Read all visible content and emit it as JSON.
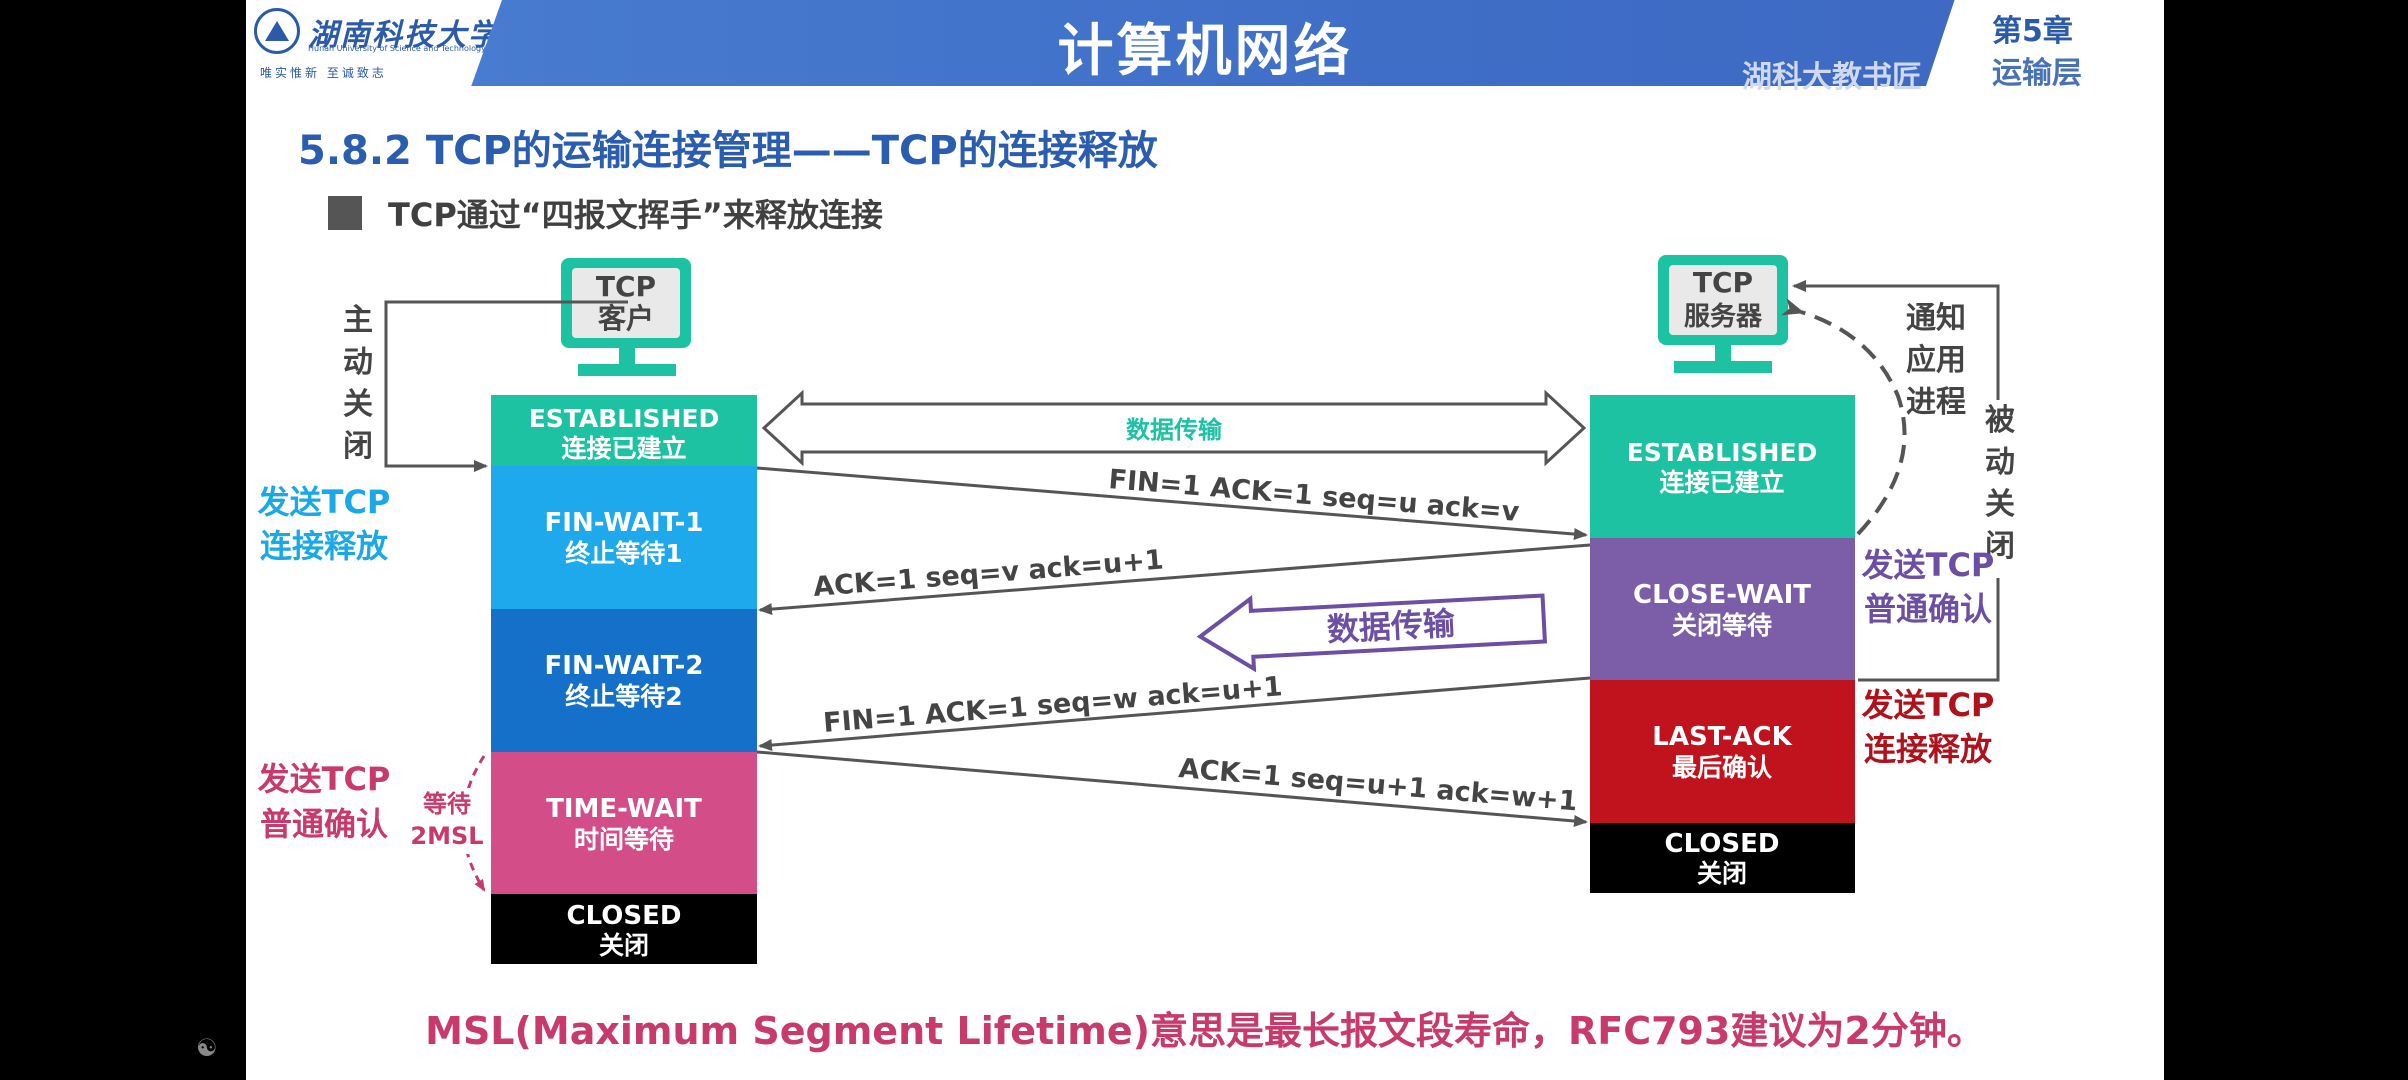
{
  "header": {
    "title": "计算机网络",
    "logo_cn": "湖南科技大学",
    "logo_en": "Hunan University of Science and Technology",
    "logo_motto": "唯实惟新    至诚致志",
    "chapter": "第5章",
    "chapter_sub": "运输层",
    "watermark": "湖科大教书匠"
  },
  "heading": "5.8.2 TCP的运输连接管理——TCP的连接释放",
  "subheading": "TCP通过“四报文挥手”来释放连接",
  "footer_note": "MSL(Maximum Segment Lifetime)意思是最长报文段寿命，RFC793建议为2分钟。",
  "diagram": {
    "client": {
      "line1": "TCP",
      "line2": "客户"
    },
    "server": {
      "line1": "TCP",
      "line2": "服务器"
    },
    "client_states": [
      {
        "en": "ESTABLISHED",
        "cn": "连接已建立",
        "color": "#1dc2a2"
      },
      {
        "en": "FIN-WAIT-1",
        "cn": "终止等待1",
        "color": "#1ea9ec"
      },
      {
        "en": "FIN-WAIT-2",
        "cn": "终止等待2",
        "color": "#1470c8"
      },
      {
        "en": "TIME-WAIT",
        "cn": "时间等待",
        "color": "#d34d88"
      },
      {
        "en": "CLOSED",
        "cn": "关闭",
        "color": "#000000"
      }
    ],
    "server_states": [
      {
        "en": "ESTABLISHED",
        "cn": "连接已建立",
        "color": "#1dc2a2"
      },
      {
        "en": "CLOSE-WAIT",
        "cn": "关闭等待",
        "color": "#7b5ea7"
      },
      {
        "en": "LAST-ACK",
        "cn": "最后确认",
        "color": "#c0131d"
      },
      {
        "en": "CLOSED",
        "cn": "关闭",
        "color": "#000000"
      }
    ],
    "data_transfer": "数据传输",
    "data_transfer_2": "数据传输",
    "messages": [
      {
        "label": "FIN=1   ACK=1   seq=u   ack=v"
      },
      {
        "label": "ACK=1    seq=v    ack=u+1"
      },
      {
        "label": "FIN=1    ACK=1     seq=w     ack=u+1"
      },
      {
        "label": "ACK=1    seq=u+1    ack=w+1"
      }
    ],
    "left_labels": {
      "active_close": "主动关闭",
      "send_fin_1": "发送TCP",
      "send_fin_2": "连接释放",
      "send_ack_1": "发送TCP",
      "send_ack_2": "普通确认",
      "wait_1": "等待",
      "wait_2": "2MSL"
    },
    "right_labels": {
      "notify_app": "通知应用进程",
      "passive_close": "被动关闭",
      "send_ack_1": "发送TCP",
      "send_ack_2": "普通确认",
      "send_fin_1": "发送TCP",
      "send_fin_2": "连接释放"
    },
    "colors": {
      "cyan_label": "#1aa8e6",
      "purple_label": "#6c4fa3",
      "pink_label": "#c83a6a",
      "red_label": "#b0121b",
      "arrow": "#555555",
      "monitor": "#1dc2a2"
    }
  }
}
